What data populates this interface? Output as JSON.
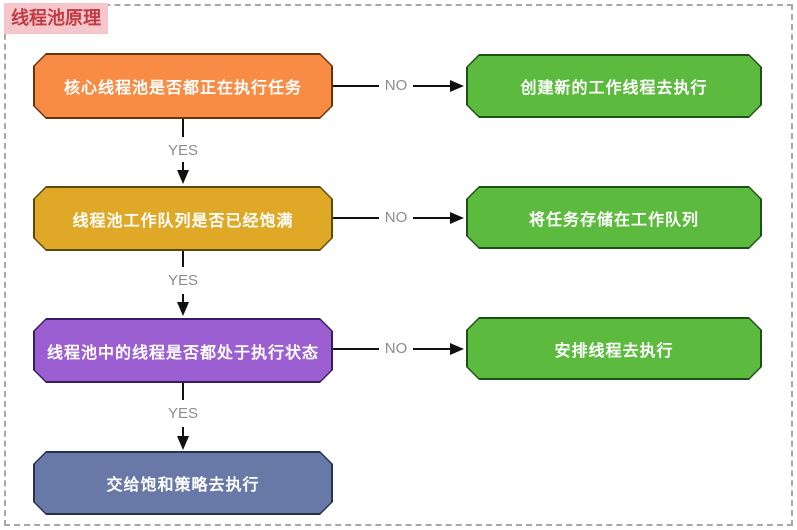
{
  "title": {
    "text": "线程池原理",
    "bg_color": "#f6c6cd",
    "text_color": "#c03c40"
  },
  "canvas": {
    "bg_color": "#ffffff",
    "frame_border_color": "#a8a8a8",
    "line_color": "#111111",
    "edge_label_color": "#8c8c8c"
  },
  "flow": {
    "nodes": [
      {
        "id": "q1",
        "label": "核心线程池是否都正在执行任务",
        "fill_color": "#f98c44",
        "stroke_color": "#6b3408"
      },
      {
        "id": "a1",
        "label": "创建新的工作线程去执行",
        "fill_color": "#5cba3e",
        "stroke_color": "#1e5214"
      },
      {
        "id": "q2",
        "label": "线程池工作队列是否已经饱满",
        "fill_color": "#e0a827",
        "stroke_color": "#5f4a05"
      },
      {
        "id": "a2",
        "label": "将任务存储在工作队列",
        "fill_color": "#5cba3e",
        "stroke_color": "#1e5214"
      },
      {
        "id": "q3",
        "label": "线程池中的线程是否都处于执行状态",
        "fill_color": "#9b5fd2",
        "stroke_color": "#3a1d5e"
      },
      {
        "id": "a3",
        "label": "安排线程去执行",
        "fill_color": "#5cba3e",
        "stroke_color": "#1e5214"
      },
      {
        "id": "end",
        "label": "交给饱和策略去执行",
        "fill_color": "#6879a7",
        "stroke_color": "#263250"
      }
    ],
    "edges": [
      {
        "from": "q1",
        "to": "a1",
        "label": "NO"
      },
      {
        "from": "q1",
        "to": "q2",
        "label": "YES"
      },
      {
        "from": "q2",
        "to": "a2",
        "label": "NO"
      },
      {
        "from": "q2",
        "to": "q3",
        "label": "YES"
      },
      {
        "from": "q3",
        "to": "a3",
        "label": "NO"
      },
      {
        "from": "q3",
        "to": "end",
        "label": "YES"
      }
    ]
  }
}
